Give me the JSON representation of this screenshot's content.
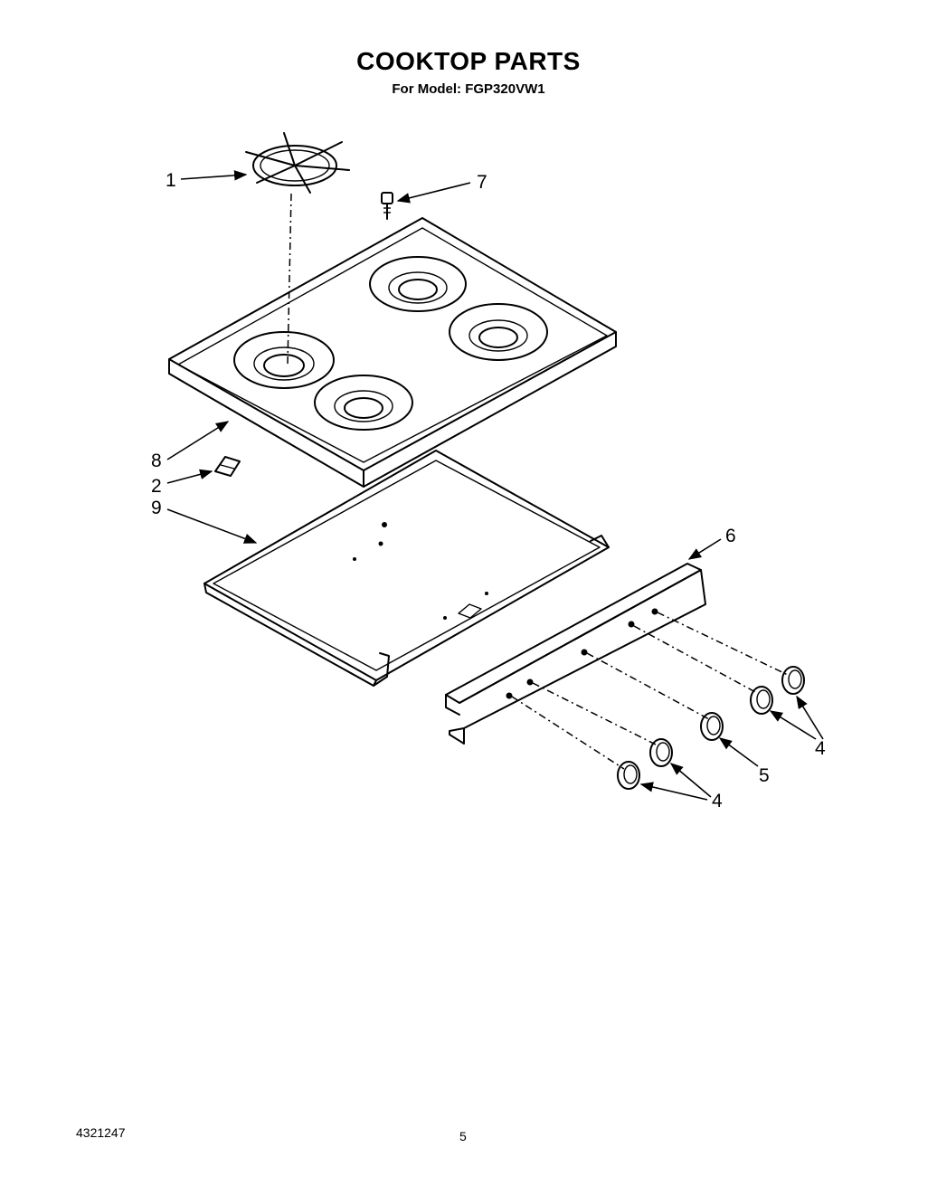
{
  "header": {
    "title": "COOKTOP PARTS",
    "subtitle": "For Model: FGP320VW1"
  },
  "footer": {
    "code": "4321247",
    "page_number": "5"
  },
  "callouts": {
    "c1": "1",
    "c2": "2",
    "c4a": "4",
    "c4b": "4",
    "c5": "5",
    "c6": "6",
    "c7": "7",
    "c8": "8",
    "c9": "9"
  }
}
